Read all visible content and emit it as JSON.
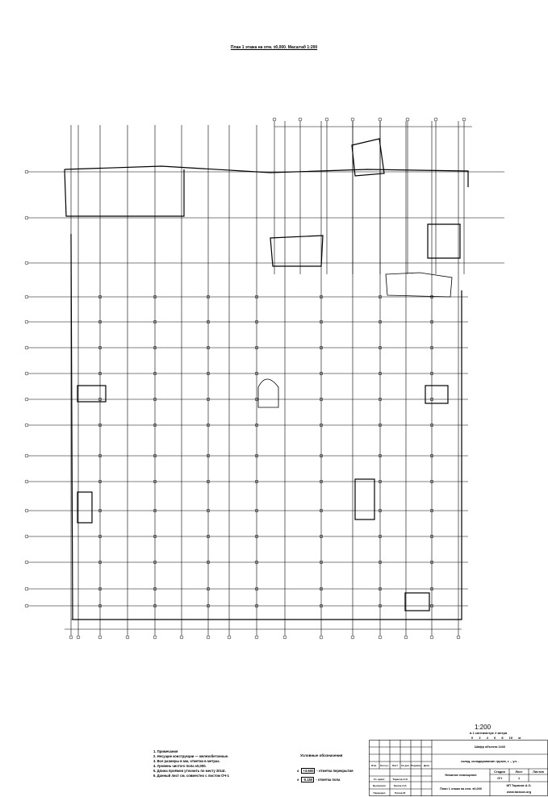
{
  "drawing_title": "План 1 этажа на отм. ±0,000. Масштаб 1:200",
  "notes": [
    "1. Примечания",
    "2. Несущие конструкции — железобетонные.",
    "3. Все размеры в мм, отметки в метрах.",
    "4. Уровень чистого пола ±0,000.",
    "5. Длина проёмов уточнить по месту 2014г.",
    "6. Данный лист см. совместно с листом ОЧ-1"
  ],
  "legend": {
    "title": "Условные обозначения",
    "items": [
      {
        "mark": "+3.600",
        "text": "- отметка перекрытия"
      },
      {
        "mark": "-0.150",
        "text": "- отметка пола"
      }
    ]
  },
  "scale": {
    "ratio": "1:200",
    "subtitle": "в 1 сантиметре 2 метра",
    "ticks": "0 2 4 6 8 10 м"
  },
  "title_block": {
    "project": "Шифр объекта 1443",
    "address": "склад, складирование грузов, г. ., ул. .",
    "sheet_name": "Нежилое помещение",
    "drawing": "План 1 этажа на отм. ±0,000",
    "stage_h": "Стадия",
    "sheet_h": "Лист",
    "sheets_h": "Листов",
    "stage": "ОЧ",
    "sheet": "1",
    "company": "ИП Тарасов А.О.",
    "site": "www.tarasov.org",
    "columns": [
      "Изм.",
      "Кол.уч.",
      "Лист",
      "№ док.",
      "Подпись",
      "Дата"
    ],
    "people": [
      {
        "role": "Гл. архит.",
        "name": "Тарасов А.О."
      },
      {
        "role": "Выполнил",
        "name": "Орлов А.Л."
      },
      {
        "role": "Проверил",
        "name": "Попов М."
      }
    ]
  }
}
